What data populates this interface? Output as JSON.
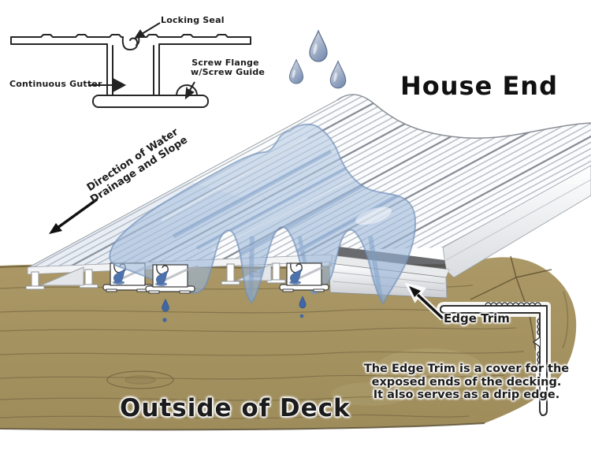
{
  "title": {
    "house_end": "House End"
  },
  "inset_profile": {
    "locking_seal_label": "Locking Seal",
    "continuous_gutter_label": "Continuous Gutter",
    "screw_flange_label_line1": "Screw Flange",
    "screw_flange_label_line2": "w/Screw Guide"
  },
  "deck": {
    "direction_label_line1": "Direction of Water",
    "direction_label_line2": "Drainage and Slope"
  },
  "edge_trim": {
    "label": "Edge Trim",
    "note_line1": "The Edge Trim is a cover for the",
    "note_line2": "exposed ends of the decking.",
    "note_line3": "It also serves as a drip edge."
  },
  "footer": {
    "outside_deck_label": "Outside of Deck"
  },
  "icons": {
    "water_drop_icon": "teardrop",
    "direction_arrow_icon": "solid-arrow-down-left",
    "edge_trim_arrow_icon": "solid-arrow-up-left",
    "gutter_label_arrow_icon": "solid-arrow-right"
  },
  "colors": {
    "wood": "#a59262",
    "wood_grain": "#6b5d3a",
    "water": "#aac4e2",
    "water_edge": "#6e8fba",
    "deck_stripe": "#aeb3bb",
    "ink": "#222222"
  }
}
